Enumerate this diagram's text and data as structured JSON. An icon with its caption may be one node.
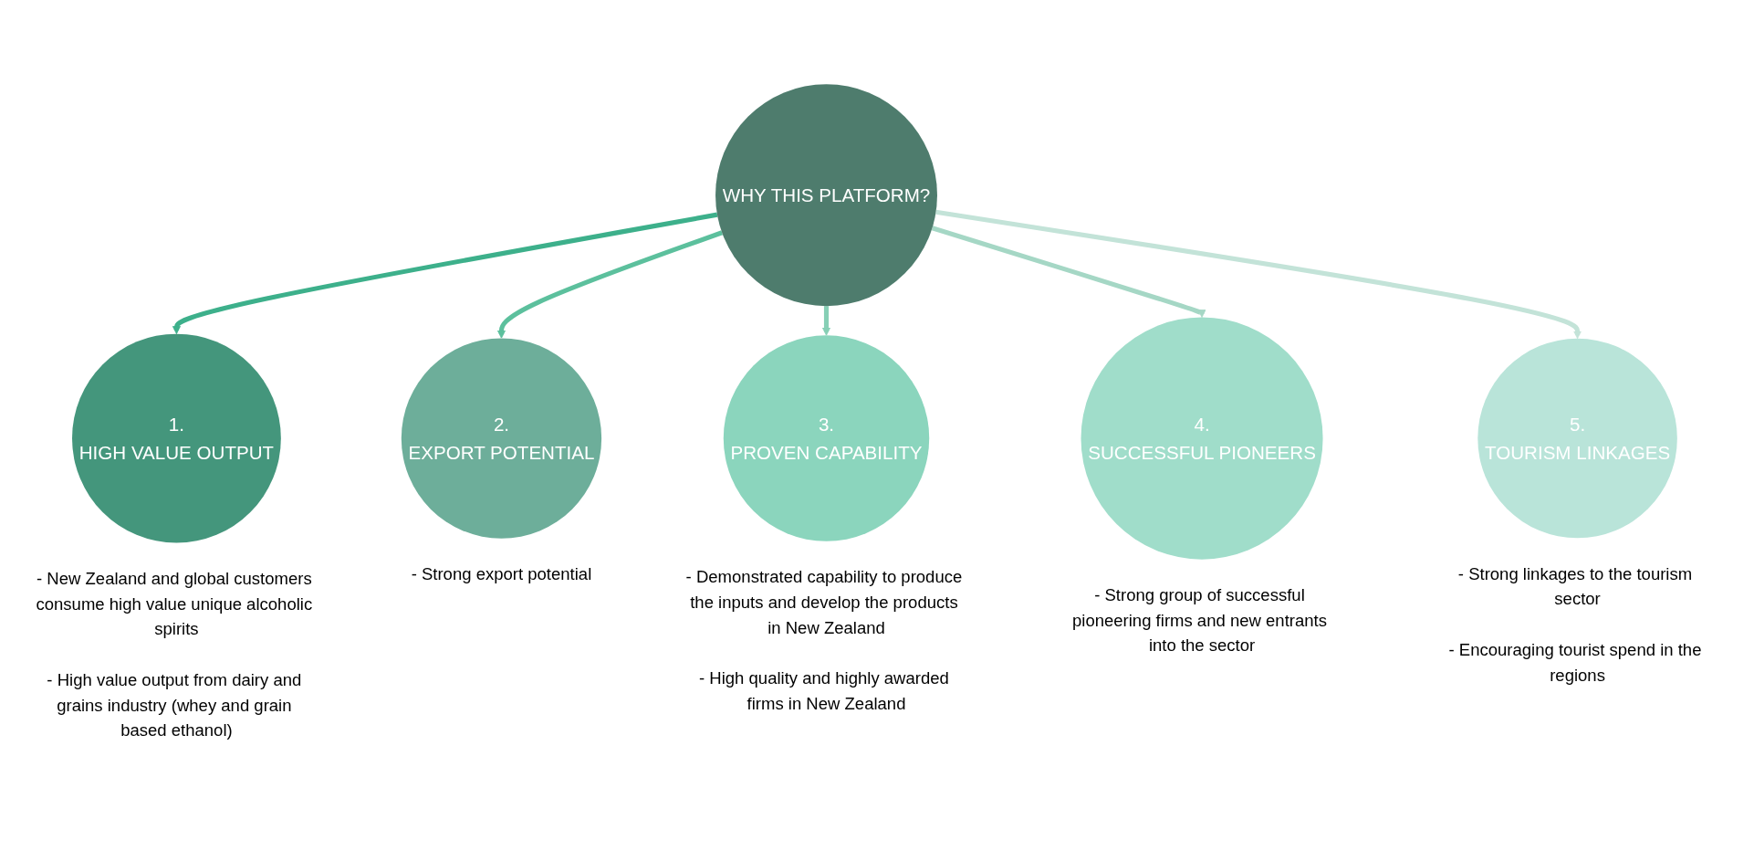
{
  "diagram": {
    "nodes": [
      {
        "text": [
          "1.",
          "HIGH VALUE OUTPUT"
        ],
        "beside": [
          "- New Zealand and global customers consume high value unique alcoholic spirits",
          "- High value output from dairy and grains industry (whey and grain based ethanol)"
        ]
      },
      {
        "text": [
          "5.",
          "TOURISM LINKAGES"
        ],
        "beside": [
          "- Strong linkages to the tourism sector",
          "- Encouraging tourist spend in the regions"
        ]
      },
      {
        "text": [
          "2.",
          "EXPORT POTENTIAL"
        ],
        "beside": [
          "- Strong export potential"
        ]
      },
      {
        "text": [
          "WHY THIS PLATFORM?"
        ]
      },
      {
        "text": [
          "4.",
          "SUCCESSFUL PIONEERS"
        ],
        "beside": [
          "- Strong group of successful pioneering firms and new entrants into the sector"
        ]
      },
      {
        "text": [
          "3.",
          "PROVEN CAPABILITY"
        ],
        "beside": [
          "- Demonstrated capability to produce the inputs and develop the products in New Zealand",
          "- High quality and highly awarded firms in New Zealand"
        ]
      }
    ],
    "edges": [
      {
        "from": 3,
        "to": 0,
        "arrow": "to",
        "color": "#3db08b"
      },
      {
        "from": 3,
        "to": 2,
        "arrow": "to",
        "color": "#5cc09d"
      },
      {
        "from": 3,
        "to": 5,
        "arrow": "to",
        "color": "#86cfb5"
      },
      {
        "from": 3,
        "to": 4,
        "arrow": "to",
        "color": "#a5d7c5"
      },
      {
        "from": 3,
        "to": 1,
        "arrow": "to",
        "color": "#c3e3d8"
      }
    ]
  }
}
